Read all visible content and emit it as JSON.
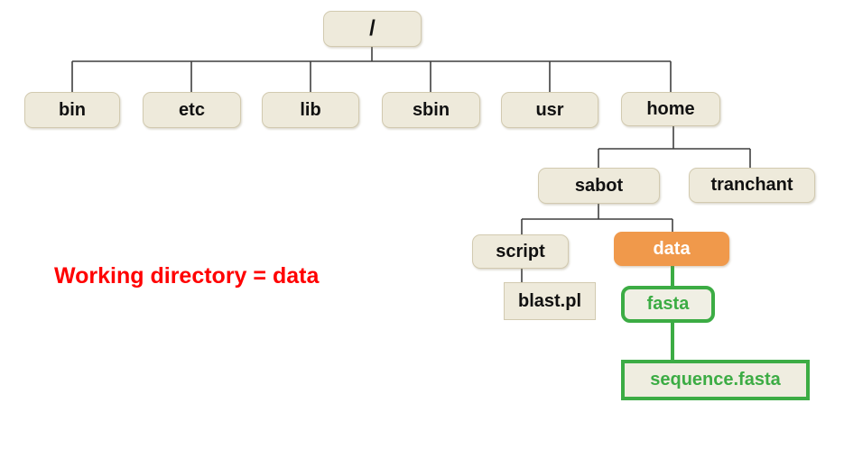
{
  "diagram": {
    "type": "filesystem-tree",
    "nodes": {
      "root": "/",
      "bin": "bin",
      "etc": "etc",
      "lib": "lib",
      "sbin": "sbin",
      "usr": "usr",
      "home": "home",
      "sabot": "sabot",
      "tranchant": "tranchant",
      "script": "script",
      "data": "data",
      "blast_pl": "blast.pl",
      "fasta": "fasta",
      "sequence_fasta": "sequence.fasta"
    },
    "edges": [
      [
        "/",
        "bin"
      ],
      [
        "/",
        "etc"
      ],
      [
        "/",
        "lib"
      ],
      [
        "/",
        "sbin"
      ],
      [
        "/",
        "usr"
      ],
      [
        "/",
        "home"
      ],
      [
        "home",
        "sabot"
      ],
      [
        "home",
        "tranchant"
      ],
      [
        "sabot",
        "script"
      ],
      [
        "sabot",
        "data"
      ],
      [
        "script",
        "blast.pl"
      ],
      [
        "data",
        "fasta"
      ],
      [
        "fasta",
        "sequence.fasta"
      ]
    ],
    "highlights": {
      "orange_node": "data",
      "green_nodes": [
        "fasta",
        "sequence.fasta"
      ]
    },
    "colors": {
      "node_fill": "#eeeadb",
      "node_border": "#d2cab0",
      "highlight_orange": "#f0994b",
      "highlight_green": "#3cac44",
      "connector_gray": "#3f3f3f",
      "annotation_red": "#ff0000"
    }
  },
  "annotation": {
    "text": "Working directory = data"
  }
}
